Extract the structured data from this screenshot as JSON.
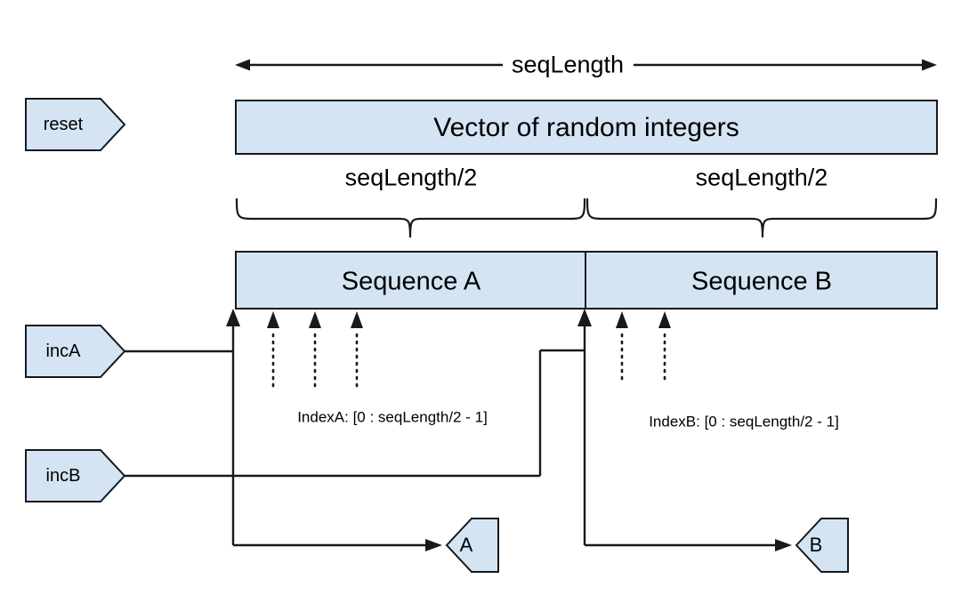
{
  "diagram": {
    "title_span_label": "seqLength",
    "vector_box_label": "Vector of random integers",
    "half_label_left": "seqLength/2",
    "half_label_right": "seqLength/2",
    "sequence_a_label": "Sequence A",
    "sequence_b_label": "Sequence B",
    "index_a_label": "IndexA: [0 : seqLength/2 - 1]",
    "index_b_label": "IndexB: [0 : seqLength/2 - 1]",
    "ports": {
      "reset": "reset",
      "inc_a": "incA",
      "inc_b": "incB"
    },
    "outputs": {
      "out_a": "A",
      "out_b": "B"
    },
    "colors": {
      "shape_fill": "#d4e4f3",
      "stroke": "#16191d",
      "background": "#ffffff",
      "text": "#000000"
    }
  }
}
